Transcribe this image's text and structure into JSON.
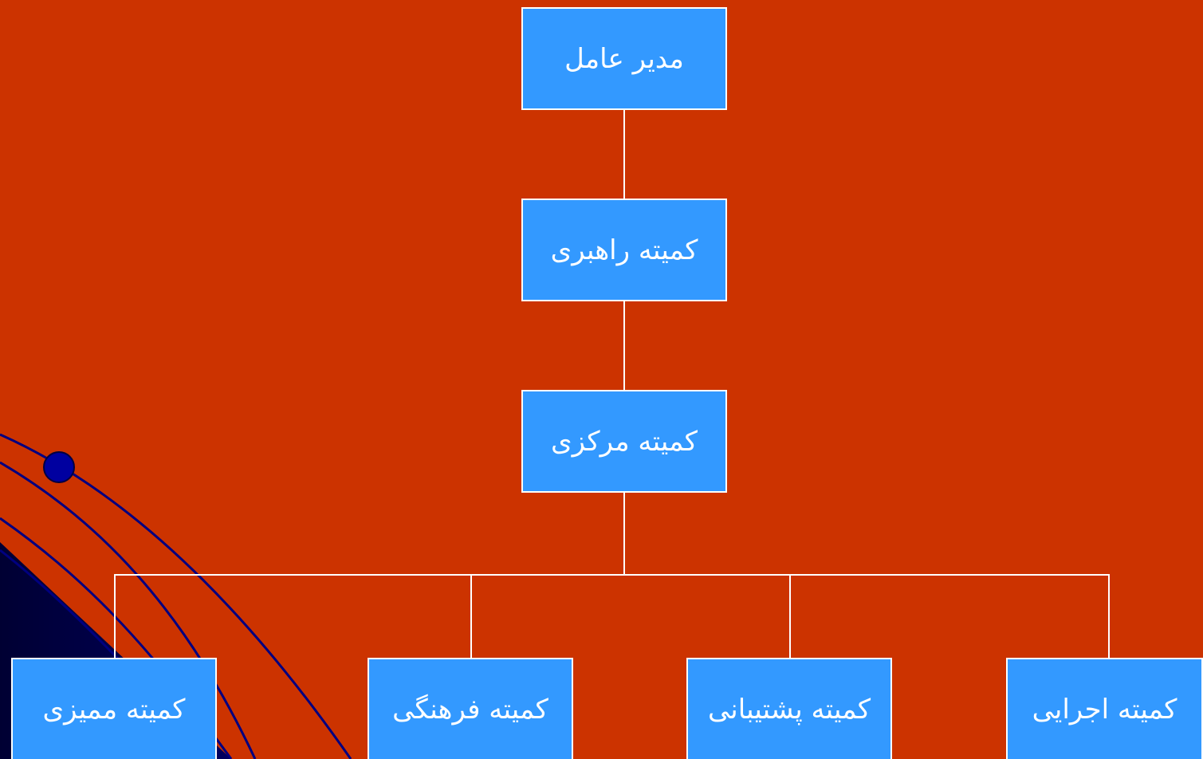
{
  "colors": {
    "background": "#cc3300",
    "box_fill": "#3399ff",
    "box_border": "#ffffff",
    "connector": "#ffffff",
    "deco_lines": "#000080"
  },
  "org_chart": {
    "ceo": "مدیر عامل",
    "steering_committee": "کمیته راهبری",
    "central_committee": "کمیته مرکزی",
    "committees": [
      "کمیته ممیزی",
      "کمیته فرهنگی",
      "کمیته پشتیبانی",
      "کمیته اجرایی"
    ]
  }
}
